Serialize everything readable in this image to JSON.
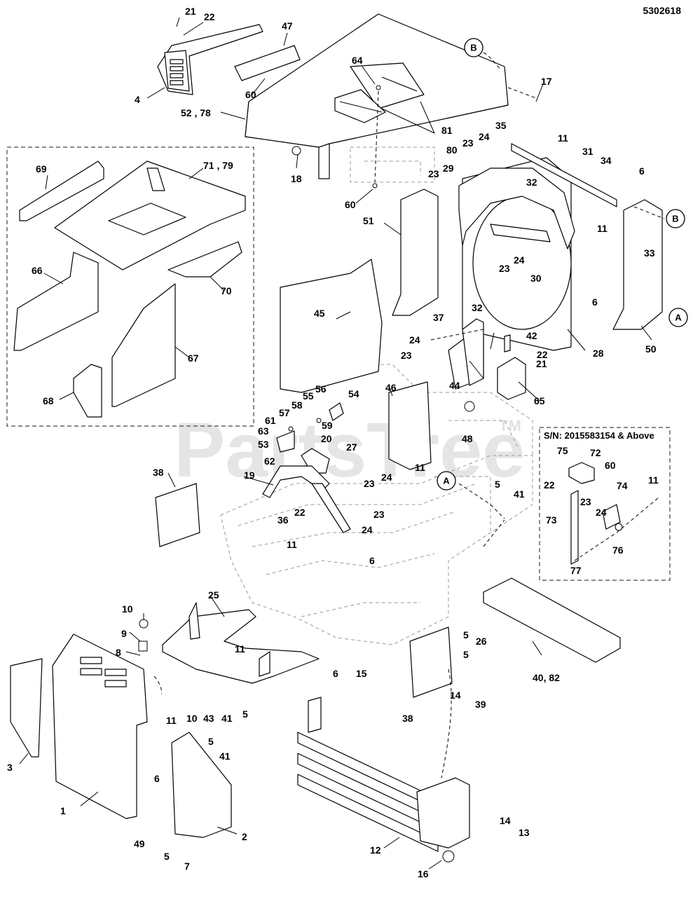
{
  "document_number": "5302618",
  "watermark": "PartsTree",
  "watermark_tm": "TM",
  "inset_label": "S/N: 2015583154 & Above",
  "reference_markers": [
    {
      "id": "ref-b-top",
      "label": "B"
    },
    {
      "id": "ref-b-right",
      "label": "B"
    },
    {
      "id": "ref-a-right",
      "label": "A"
    },
    {
      "id": "ref-a-center",
      "label": "A"
    }
  ],
  "callouts": [
    {
      "id": "c21a",
      "text": "21"
    },
    {
      "id": "c22a",
      "text": "22"
    },
    {
      "id": "c47",
      "text": "47"
    },
    {
      "id": "c4",
      "text": "4"
    },
    {
      "id": "c60a",
      "text": "60"
    },
    {
      "id": "c64",
      "text": "64"
    },
    {
      "id": "c5278",
      "text": "52 , 78"
    },
    {
      "id": "c17",
      "text": "17"
    },
    {
      "id": "c81",
      "text": "81"
    },
    {
      "id": "c18",
      "text": "18"
    },
    {
      "id": "c60b",
      "text": "60"
    },
    {
      "id": "c35",
      "text": "35"
    },
    {
      "id": "c23a",
      "text": "23"
    },
    {
      "id": "c24a",
      "text": "24"
    },
    {
      "id": "c11a",
      "text": "11"
    },
    {
      "id": "c80",
      "text": "80"
    },
    {
      "id": "c31",
      "text": "31"
    },
    {
      "id": "c34",
      "text": "34"
    },
    {
      "id": "c6a",
      "text": "6"
    },
    {
      "id": "c23b",
      "text": "23"
    },
    {
      "id": "c29",
      "text": "29"
    },
    {
      "id": "c32a",
      "text": "32"
    },
    {
      "id": "c11b",
      "text": "11"
    },
    {
      "id": "c33",
      "text": "33"
    },
    {
      "id": "c51",
      "text": "51"
    },
    {
      "id": "c23c",
      "text": "23"
    },
    {
      "id": "c24b",
      "text": "24"
    },
    {
      "id": "c30",
      "text": "30"
    },
    {
      "id": "c6b",
      "text": "6"
    },
    {
      "id": "c6971",
      "text": "69"
    },
    {
      "id": "c7179",
      "text": "71 , 79"
    },
    {
      "id": "c66",
      "text": "66"
    },
    {
      "id": "c70",
      "text": "70"
    },
    {
      "id": "c67",
      "text": "67"
    },
    {
      "id": "c68",
      "text": "68"
    },
    {
      "id": "c45",
      "text": "45"
    },
    {
      "id": "c37",
      "text": "37"
    },
    {
      "id": "c32b",
      "text": "32"
    },
    {
      "id": "c42",
      "text": "42"
    },
    {
      "id": "c24c",
      "text": "24"
    },
    {
      "id": "c23d",
      "text": "23"
    },
    {
      "id": "c28",
      "text": "28"
    },
    {
      "id": "c50",
      "text": "50"
    },
    {
      "id": "c22b",
      "text": "22"
    },
    {
      "id": "c21b",
      "text": "21"
    },
    {
      "id": "c44",
      "text": "44"
    },
    {
      "id": "c65",
      "text": "65"
    },
    {
      "id": "c46",
      "text": "46"
    },
    {
      "id": "c56",
      "text": "56"
    },
    {
      "id": "c54",
      "text": "54"
    },
    {
      "id": "c55",
      "text": "55"
    },
    {
      "id": "c61",
      "text": "61"
    },
    {
      "id": "c58",
      "text": "58"
    },
    {
      "id": "c57",
      "text": "57"
    },
    {
      "id": "c59",
      "text": "59"
    },
    {
      "id": "c63",
      "text": "63"
    },
    {
      "id": "c48",
      "text": "48"
    },
    {
      "id": "c53",
      "text": "53"
    },
    {
      "id": "c20",
      "text": "20"
    },
    {
      "id": "c27",
      "text": "27"
    },
    {
      "id": "c62",
      "text": "62"
    },
    {
      "id": "c11c",
      "text": "11"
    },
    {
      "id": "c23e",
      "text": "23"
    },
    {
      "id": "c24d",
      "text": "24"
    },
    {
      "id": "c38a",
      "text": "38"
    },
    {
      "id": "c19",
      "text": "19"
    },
    {
      "id": "c5a",
      "text": "5"
    },
    {
      "id": "c41a",
      "text": "41"
    },
    {
      "id": "c36",
      "text": "36"
    },
    {
      "id": "c22c",
      "text": "22"
    },
    {
      "id": "c23f",
      "text": "23"
    },
    {
      "id": "c24e",
      "text": "24"
    },
    {
      "id": "c11d",
      "text": "11"
    },
    {
      "id": "c6c",
      "text": "6"
    },
    {
      "id": "c75",
      "text": "75"
    },
    {
      "id": "c72",
      "text": "72"
    },
    {
      "id": "c60c",
      "text": "60"
    },
    {
      "id": "c22d",
      "text": "22"
    },
    {
      "id": "c74",
      "text": "74"
    },
    {
      "id": "c11e",
      "text": "11"
    },
    {
      "id": "c23g",
      "text": "23"
    },
    {
      "id": "c24f",
      "text": "24"
    },
    {
      "id": "c73",
      "text": "73"
    },
    {
      "id": "c76",
      "text": "76"
    },
    {
      "id": "c77",
      "text": "77"
    },
    {
      "id": "c10a",
      "text": "10"
    },
    {
      "id": "c25",
      "text": "25"
    },
    {
      "id": "c9",
      "text": "9"
    },
    {
      "id": "c11f",
      "text": "11"
    },
    {
      "id": "c8",
      "text": "8"
    },
    {
      "id": "c5b",
      "text": "5"
    },
    {
      "id": "c26",
      "text": "26"
    },
    {
      "id": "c6d",
      "text": "6"
    },
    {
      "id": "c15",
      "text": "15"
    },
    {
      "id": "c5c",
      "text": "5"
    },
    {
      "id": "c4082",
      "text": "40, 82"
    },
    {
      "id": "c14a",
      "text": "14"
    },
    {
      "id": "c39",
      "text": "39"
    },
    {
      "id": "c11g",
      "text": "11"
    },
    {
      "id": "c10b",
      "text": "10"
    },
    {
      "id": "c43",
      "text": "43"
    },
    {
      "id": "c41b",
      "text": "41"
    },
    {
      "id": "c5d",
      "text": "5"
    },
    {
      "id": "c38b",
      "text": "38"
    },
    {
      "id": "c3",
      "text": "3"
    },
    {
      "id": "c5e",
      "text": "5"
    },
    {
      "id": "c41c",
      "text": "41"
    },
    {
      "id": "c6e",
      "text": "6"
    },
    {
      "id": "c1",
      "text": "1"
    },
    {
      "id": "c2",
      "text": "2"
    },
    {
      "id": "c49",
      "text": "49"
    },
    {
      "id": "c5f",
      "text": "5"
    },
    {
      "id": "c7",
      "text": "7"
    },
    {
      "id": "c14b",
      "text": "14"
    },
    {
      "id": "c13",
      "text": "13"
    },
    {
      "id": "c12",
      "text": "12"
    },
    {
      "id": "c16",
      "text": "16"
    }
  ]
}
